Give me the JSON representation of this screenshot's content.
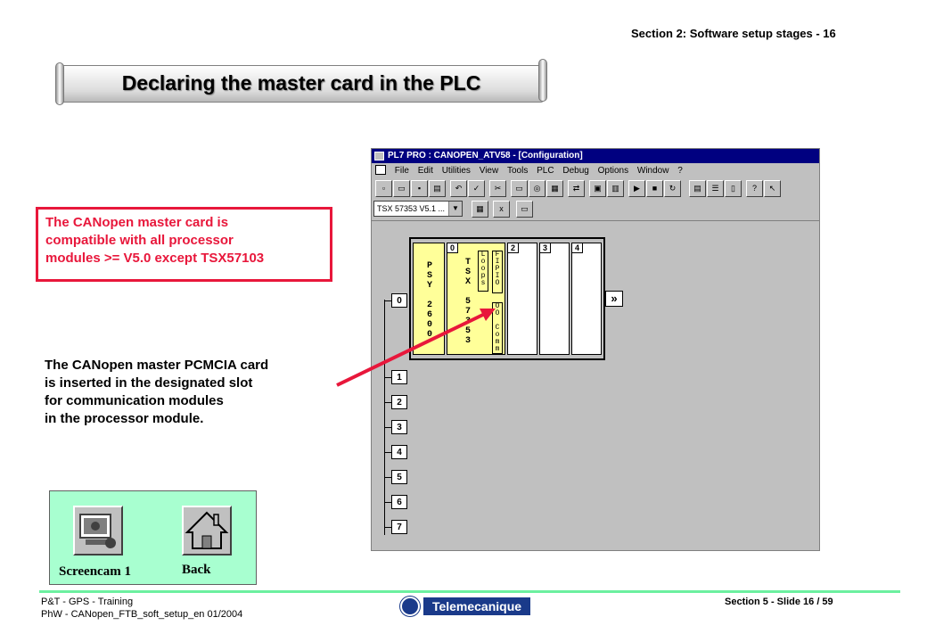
{
  "header": {
    "section": "Section 2: Software setup stages - 16",
    "title": "Declaring the master card in the PLC"
  },
  "notes": {
    "compat_lines": [
      "The CANopen master card is",
      "compatible with all processor",
      "modules >= V5.0  except TSX57103"
    ],
    "insert_lines": [
      "The CANopen master PCMCIA card",
      "is inserted in the designated slot",
      "for communication modules",
      "in the processor module."
    ]
  },
  "window": {
    "title": "PL7 PRO : CANOPEN_ATV58 - [Configuration]",
    "menu": [
      "File",
      "Edit",
      "Utilities",
      "View",
      "Tools",
      "PLC",
      "Debug",
      "Options",
      "Window",
      "?"
    ],
    "processor_select": "TSX 57353  V5.1 ...",
    "rack": {
      "slot_numbers": [
        "0",
        "2",
        "3",
        "4"
      ],
      "psy_label": [
        "P",
        "S",
        "Y",
        " ",
        "2",
        "6",
        "0",
        "0"
      ],
      "cpu_label": [
        "T",
        "S",
        "X",
        " ",
        "5",
        "7",
        "3",
        "5",
        "3"
      ],
      "sub_loops": [
        "L",
        "o",
        "o",
        "p",
        "s"
      ],
      "sub_fipio": [
        "F",
        "I",
        "P",
        "I",
        "O"
      ],
      "sub_comm": [
        "O",
        "O",
        " ",
        "C",
        "o",
        "m",
        "m"
      ]
    },
    "rack_addresses": [
      "0",
      "1",
      "2",
      "3",
      "4",
      "5",
      "6",
      "7"
    ],
    "next_symbol": "»"
  },
  "nav": {
    "screencam_label": "Screencam 1",
    "back_label": "Back"
  },
  "footer": {
    "left_line1": "P&T - GPS - Training",
    "left_line2": "PhW - CANopen_FTB_soft_setup_en  01/2004",
    "brand": "Telemecanique",
    "slide": "Section 5 - Slide 16 / 59"
  },
  "colors": {
    "accent_red": "#e8173b",
    "nav_panel": "#a8ffd0",
    "module_yellow": "#ffff99",
    "titlebar": "#000080",
    "brand_blue": "#1a3a8a"
  }
}
